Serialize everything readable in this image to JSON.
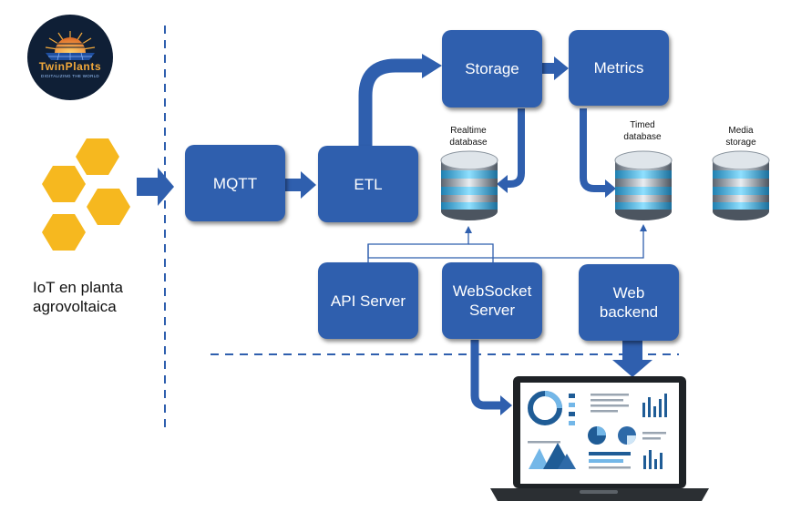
{
  "logo": {
    "brand": "TwinPlants",
    "tagline": "DIGITALIZING THE WORLD"
  },
  "iot": {
    "line1": "IoT en planta",
    "line2": "agrovoltaica"
  },
  "nodes": {
    "mqtt": "MQTT",
    "etl": "ETL",
    "storage": "Storage",
    "metrics": "Metrics",
    "api_server": "API Server",
    "websocket_line1": "WebSocket",
    "websocket_line2": "Server",
    "web_backend_line1": "Web",
    "web_backend_line2": "backend"
  },
  "databases": {
    "realtime_line1": "Realtime",
    "realtime_line2": "database",
    "timed_line1": "Timed",
    "timed_line2": "database",
    "media_line1": "Media",
    "media_line2": "storage"
  },
  "colors": {
    "node_fill": "#2f5fae",
    "honeycomb": "#f6b81f",
    "dashed_line": "#2f5fae",
    "logo_bg": "#0f1f36",
    "logo_text": "#f2a93b",
    "db_fill": "#3aa8d4"
  }
}
